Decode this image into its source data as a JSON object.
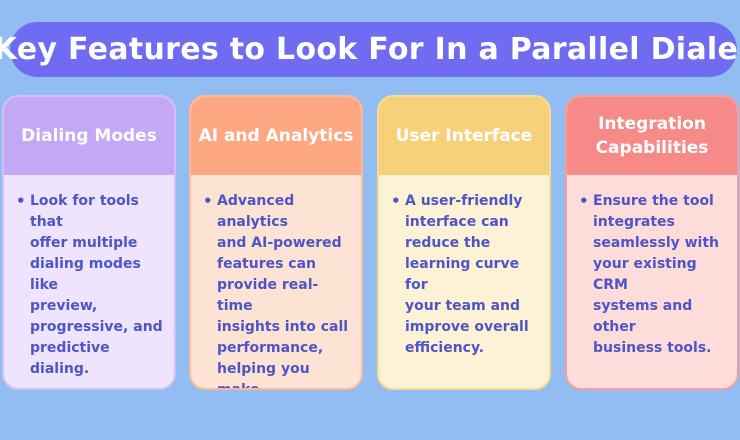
{
  "title": "Key Features to Look For In a Parallel Dialer",
  "colors": {
    "background": "#92bdf3",
    "title_banner": "#6f6cf2",
    "bullet_text": "#4d55c7"
  },
  "cards": [
    {
      "heading": "Dialing Modes",
      "bullet": "Look for tools that\noffer multiple\ndialing modes like\npreview,\nprogressive, and\npredictive dialing.",
      "header_color": "#c4a8f5",
      "body_color": "#eee4fd",
      "border_color": "#d3bff8"
    },
    {
      "heading": "AI and Analytics",
      "bullet": "Advanced analytics\nand AI-powered\nfeatures can\nprovide real-time\ninsights into call\nperformance,\nhelping you make\ndata-driven\ndecisions.",
      "header_color": "#fda882",
      "body_color": "#fde3d3",
      "border_color": "#fdb899"
    },
    {
      "heading": "User Interface",
      "bullet": "A user-friendly\ninterface can\nreduce the\nlearning curve for\nyour team and\nimprove overall\nefficiency.",
      "header_color": "#f7d17a",
      "body_color": "#fdf1d6",
      "border_color": "#f8da94"
    },
    {
      "heading": "Integration\nCapabilities",
      "bullet": "Ensure the tool\nintegrates\nseamlessly with\nyour existing CRM\nsystems and other\nbusiness tools.",
      "header_color": "#f68a88",
      "body_color": "#fddcd9",
      "border_color": "#f79d9b"
    }
  ]
}
